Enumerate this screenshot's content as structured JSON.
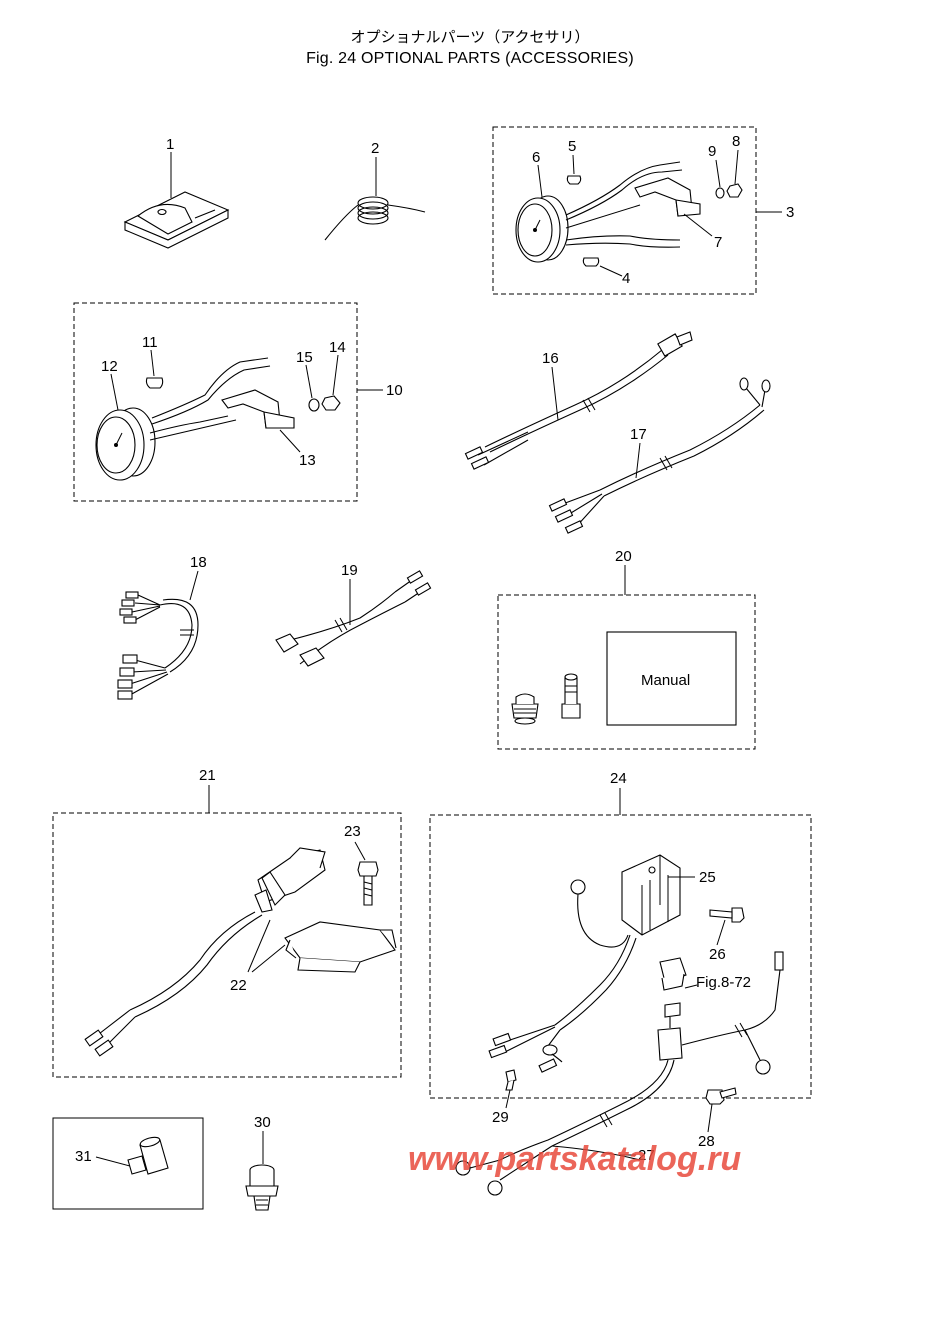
{
  "header": {
    "title_jp": "オプショナルパーツ（アクセサリ）",
    "title_en": "Fig. 24  OPTIONAL PARTS (ACCESSORIES)"
  },
  "labels": {
    "p1": "1",
    "p2": "2",
    "p3": "3",
    "p4": "4",
    "p5": "5",
    "p6": "6",
    "p7": "7",
    "p8": "8",
    "p9": "9",
    "p10": "10",
    "p11": "11",
    "p12": "12",
    "p13": "13",
    "p14": "14",
    "p15": "15",
    "p16": "16",
    "p17": "17",
    "p18": "18",
    "p19": "19",
    "p20": "20",
    "p21": "21",
    "p22": "22",
    "p23": "23",
    "p24": "24",
    "p25": "25",
    "p26": "26",
    "p27": "27",
    "p28": "28",
    "p29": "29",
    "p30": "30",
    "p31": "31",
    "fig_ref": "Fig.8-72",
    "manual": "Manual"
  },
  "watermark": "www.partskatalog.ru"
}
